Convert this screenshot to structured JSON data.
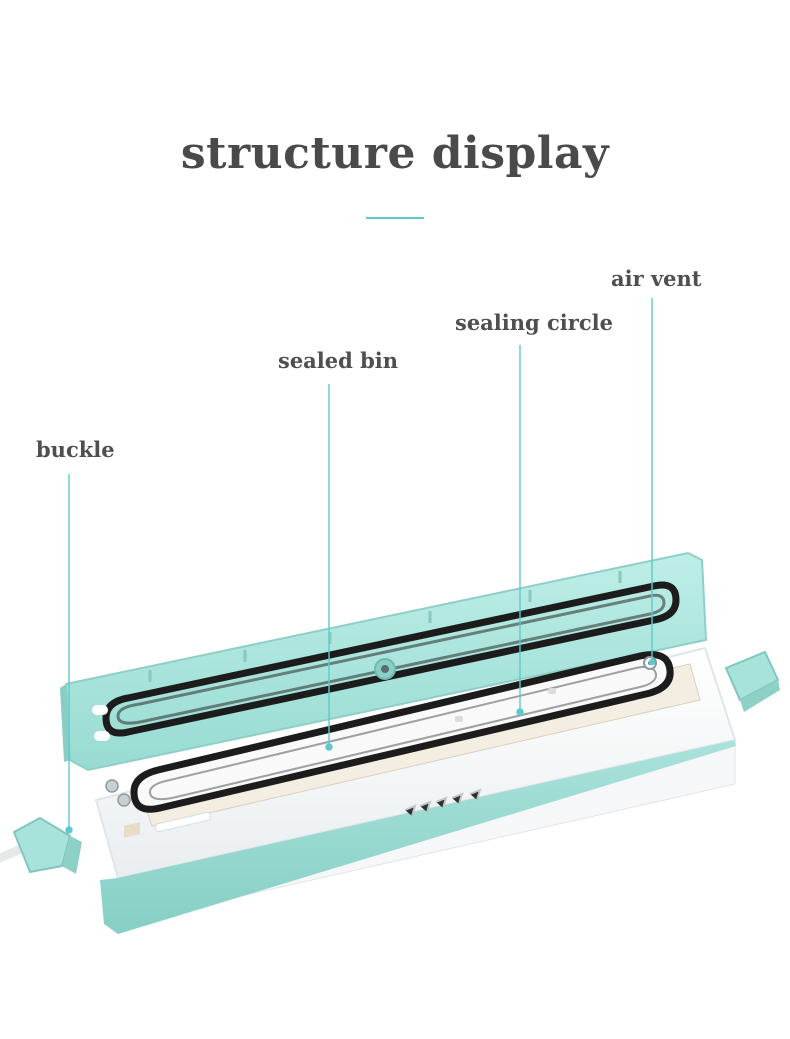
{
  "page": {
    "title": "structure display",
    "accent_color": "#5ec9cd"
  },
  "device": {
    "lid_color": "#a7e3dc",
    "body_color": "#ffffff",
    "gasket_color": "#1c1c1c"
  },
  "callouts": [
    {
      "id": "air-vent",
      "label": "air vent"
    },
    {
      "id": "sealing-circle",
      "label": "sealing circle"
    },
    {
      "id": "sealed-bin",
      "label": "sealed bin"
    },
    {
      "id": "buckle",
      "label": "buckle"
    }
  ]
}
